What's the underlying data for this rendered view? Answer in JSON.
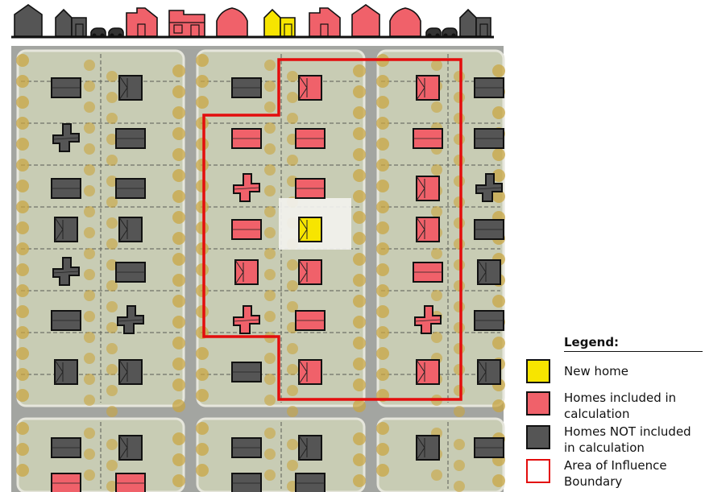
{
  "legend": {
    "title": "Legend:",
    "items": [
      {
        "key": "new",
        "label": "New home"
      },
      {
        "key": "included",
        "label": "Homes included in calculation"
      },
      {
        "key": "excluded",
        "label": "Homes NOT included in calculation"
      },
      {
        "key": "boundary",
        "label": "Area of Influence Boundary"
      }
    ]
  },
  "colors": {
    "new_home": "#f7e500",
    "included": "#f0616a",
    "excluded": "#555555",
    "boundary": "#e30d0d",
    "roof_outline": "#111111",
    "street": "#a3a5a1",
    "lawn": "#c8ccb4",
    "tree": "#c9a540"
  },
  "icons": [
    "house-icon",
    "car-icon",
    "tree-icon"
  ],
  "streetscape": [
    {
      "type": "gable-single",
      "status": "excluded"
    },
    {
      "type": "gable-garage",
      "status": "excluded"
    },
    {
      "type": "car",
      "status": "excluded"
    },
    {
      "type": "car",
      "status": "excluded"
    },
    {
      "type": "flat-roof",
      "status": "included"
    },
    {
      "type": "two-storey",
      "status": "included"
    },
    {
      "type": "ranch",
      "status": "included"
    },
    {
      "type": "gable-garage",
      "status": "new"
    },
    {
      "type": "flat-roof",
      "status": "included"
    },
    {
      "type": "gable-single",
      "status": "included"
    },
    {
      "type": "ranch",
      "status": "included"
    },
    {
      "type": "car",
      "status": "excluded"
    },
    {
      "type": "car",
      "status": "excluded"
    },
    {
      "type": "gable-garage",
      "status": "excluded"
    }
  ],
  "homes": [
    {
      "status": "excluded",
      "roof": "flat"
    },
    {
      "status": "excluded",
      "roof": "hip"
    },
    {
      "status": "excluded",
      "roof": "flat"
    },
    {
      "status": "included",
      "roof": "hip"
    },
    {
      "status": "included",
      "roof": "hip"
    },
    {
      "status": "excluded",
      "roof": "flat"
    },
    {
      "status": "excluded",
      "roof": "cross"
    },
    {
      "status": "excluded",
      "roof": "flat"
    },
    {
      "status": "included",
      "roof": "flat"
    },
    {
      "status": "included",
      "roof": "flat"
    },
    {
      "status": "included",
      "roof": "flat"
    },
    {
      "status": "excluded",
      "roof": "flat"
    },
    {
      "status": "excluded",
      "roof": "flat"
    },
    {
      "status": "excluded",
      "roof": "flat"
    },
    {
      "status": "included",
      "roof": "cross"
    },
    {
      "status": "included",
      "roof": "flat"
    },
    {
      "status": "included",
      "roof": "hip"
    },
    {
      "status": "excluded",
      "roof": "cross"
    },
    {
      "status": "excluded",
      "roof": "hip"
    },
    {
      "status": "excluded",
      "roof": "hip"
    },
    {
      "status": "included",
      "roof": "flat"
    },
    {
      "status": "new",
      "roof": "hip"
    },
    {
      "status": "included",
      "roof": "hip"
    },
    {
      "status": "excluded",
      "roof": "flat"
    },
    {
      "status": "excluded",
      "roof": "cross"
    },
    {
      "status": "excluded",
      "roof": "flat"
    },
    {
      "status": "included",
      "roof": "hip"
    },
    {
      "status": "included",
      "roof": "hip"
    },
    {
      "status": "included",
      "roof": "flat"
    },
    {
      "status": "excluded",
      "roof": "hip"
    },
    {
      "status": "excluded",
      "roof": "flat"
    },
    {
      "status": "excluded",
      "roof": "cross"
    },
    {
      "status": "included",
      "roof": "cross"
    },
    {
      "status": "included",
      "roof": "flat"
    },
    {
      "status": "included",
      "roof": "cross"
    },
    {
      "status": "excluded",
      "roof": "flat"
    },
    {
      "status": "excluded",
      "roof": "hip"
    },
    {
      "status": "excluded",
      "roof": "hip"
    },
    {
      "status": "excluded",
      "roof": "flat"
    },
    {
      "status": "included",
      "roof": "hip"
    },
    {
      "status": "included",
      "roof": "hip"
    },
    {
      "status": "excluded",
      "roof": "hip"
    },
    {
      "status": "excluded",
      "roof": "flat"
    },
    {
      "status": "excluded",
      "roof": "hip"
    },
    {
      "status": "excluded",
      "roof": "flat"
    },
    {
      "status": "excluded",
      "roof": "hip"
    },
    {
      "status": "excluded",
      "roof": "hip"
    },
    {
      "status": "excluded",
      "roof": "flat"
    },
    {
      "status": "included",
      "roof": "flat"
    },
    {
      "status": "included",
      "roof": "flat"
    },
    {
      "status": "excluded",
      "roof": "flat"
    },
    {
      "status": "excluded",
      "roof": "flat"
    }
  ]
}
